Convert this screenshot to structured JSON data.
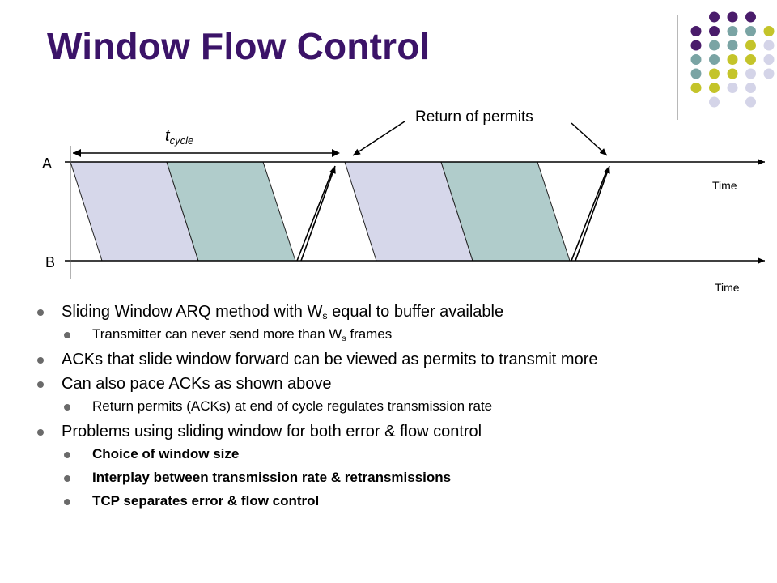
{
  "title": "Window Flow Control",
  "diagram": {
    "label_a": "A",
    "label_b": "B",
    "time_label_a": "Time",
    "time_label_b": "Time",
    "cycle_label_main": "t",
    "cycle_label_sub": "cycle",
    "permits_label": "Return of permits"
  },
  "bullets": [
    {
      "level": 1,
      "pre": "Sliding Window ARQ method with W",
      "sub": "s",
      "post": " equal to buffer available"
    },
    {
      "level": 2,
      "pre": "Transmitter can never send more than W",
      "sub": "s",
      "post": " frames"
    },
    {
      "level": 1,
      "text": "ACKs that slide window forward can be viewed as permits to transmit more"
    },
    {
      "level": 1,
      "text": "Can also pace ACKs as shown above"
    },
    {
      "level": 2,
      "text": "Return permits (ACKs) at end of cycle regulates transmission rate"
    },
    {
      "level": 1,
      "text": "Problems using sliding window for both error & flow control"
    },
    {
      "level": 2,
      "bold": true,
      "text": "Choice of window size"
    },
    {
      "level": 2,
      "bold": true,
      "text": "Interplay between transmission rate & retransmissions"
    },
    {
      "level": 2,
      "bold": true,
      "text": "TCP separates error & flow control"
    }
  ],
  "colors": {
    "title": "#3b1368",
    "frame_lavender": "#d6d7ea",
    "frame_teal": "#b0cccb",
    "dot_purple": "#4a1c6b",
    "dot_teal": "#7aa4a4",
    "dot_olive": "#c4c42a",
    "dot_lavender": "#d4d4e8"
  }
}
